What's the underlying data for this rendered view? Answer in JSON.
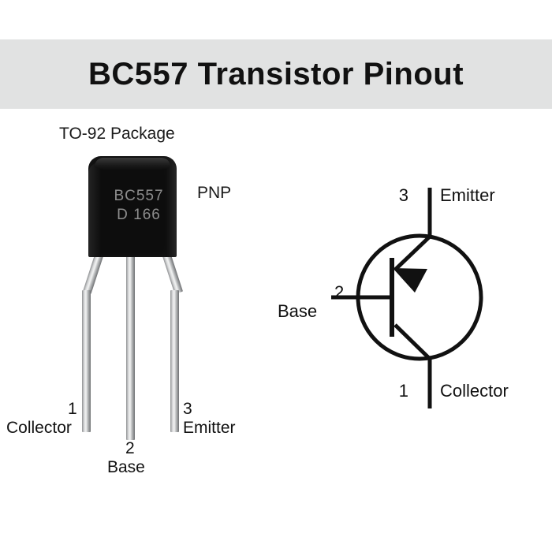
{
  "header": {
    "title": "BC557 Transistor Pinout",
    "band_color": "#e1e2e2"
  },
  "package_photo": {
    "package_label": "TO-92 Package",
    "type_label": "PNP",
    "body_marking_line1": "BC557",
    "body_marking_line2": "D 166",
    "body_color": "#0d0d0d",
    "marking_color": "#8e8e8e",
    "pins": [
      {
        "number": "1",
        "name": "Collector"
      },
      {
        "number": "2",
        "name": "Base"
      },
      {
        "number": "3",
        "name": "Emitter"
      }
    ]
  },
  "schematic": {
    "symbol_type": "PNP bipolar junction transistor",
    "stroke_color": "#111111",
    "terminals": [
      {
        "number": "3",
        "name": "Emitter",
        "position": "top"
      },
      {
        "number": "2",
        "name": "Base",
        "position": "left"
      },
      {
        "number": "1",
        "name": "Collector",
        "position": "bottom"
      }
    ]
  }
}
